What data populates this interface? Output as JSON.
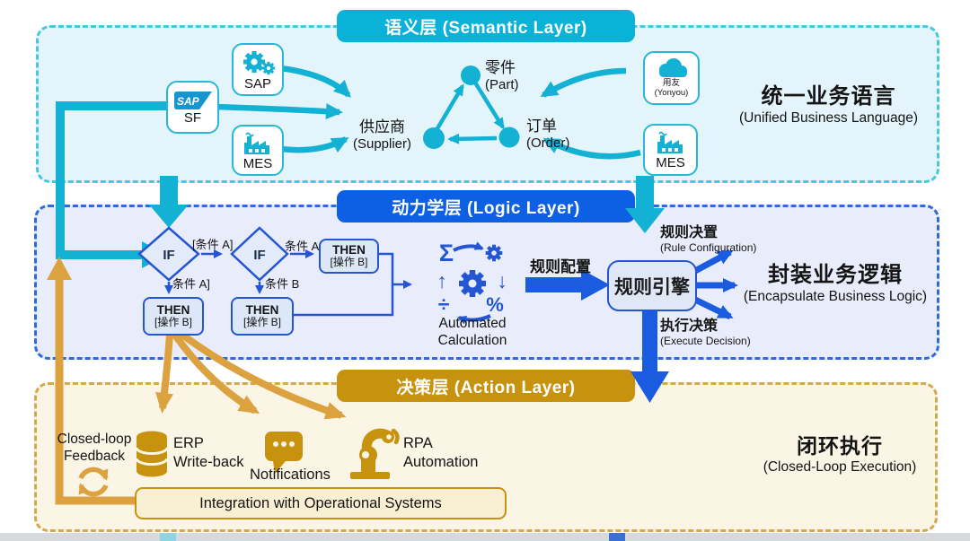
{
  "layers": {
    "semantic": {
      "banner": "语义层 (Semantic Layer)",
      "title": "统一业务语言",
      "subtitle": "(Unified Business Language)",
      "systems": {
        "sap_gears_label": "SAP",
        "sap_logo_text": "SAP",
        "sf_label": "SF",
        "mes_left_label": "MES",
        "yonyou_cn": "用友",
        "yonyou_en": "(Yonyou)",
        "mes_right_label": "MES"
      },
      "triangle": {
        "part_cn": "零件",
        "part_en": "(Part)",
        "supplier_cn": "供应商",
        "supplier_en": "(Supplier)",
        "order_cn": "订单",
        "order_en": "(Order)"
      }
    },
    "logic": {
      "banner": "动力学层 (Logic Layer)",
      "title": "封装业务逻辑",
      "subtitle": "(Encapsulate Business Logic)",
      "if_label": "IF",
      "cond_between_ifs": "[条件 A]",
      "cond_if1_down": "条件 A]",
      "cond_if2_right": "条件 A",
      "cond_if2_down": "条件 B",
      "then_line1": "THEN",
      "then_line2": "[操作 B]",
      "calc_glyphs": {
        "sigma": "Σ",
        "divide": "÷",
        "percent": "%",
        "up": "↑",
        "down": "↓"
      },
      "calc_line1": "Automated",
      "calc_line2": "Calculation",
      "rule_config_arrow_label": "规则配置",
      "rule_engine": "规则引擎",
      "rule_configuration_cn": "规则决置",
      "rule_configuration_en": "(Rule Configuration)",
      "execute_decision_cn": "执行决策",
      "execute_decision_en": "(Execute Decision)"
    },
    "action": {
      "banner": "决策层 (Action Layer)",
      "title": "闭环执行",
      "subtitle": "(Closed-Loop Execution)",
      "feedback_line1": "Closed-loop",
      "feedback_line2": "Feedback",
      "erp_line1": "ERP",
      "erp_line2": "Write-back",
      "notifications": "Notifications",
      "rpa_line1": "RPA",
      "rpa_line2": "Automation",
      "integration": "Integration with Operational Systems"
    }
  },
  "icons": {
    "sap": "gears-icon",
    "sf": "sap-logo-icon",
    "mes": "factory-icon",
    "yonyou": "cloud-icon",
    "calc": "gear-calculation-icon",
    "erp": "database-icon",
    "notifications": "speech-bubble-icon",
    "rpa": "robot-arm-icon",
    "feedback": "circular-arrows-icon"
  },
  "colors": {
    "cyan": "#13b1d3",
    "cyan_banner": "#0ab2d8",
    "cyan_fill": "#e3f4fb",
    "blue": "#1b5be0",
    "blue_flow": "#2456d4",
    "blue_banner": "#0d5fe3",
    "blue_fill": "#e9edfb",
    "gold": "#dca23f",
    "gold_dark": "#c7930f",
    "gold_banner": "#c7930f",
    "gold_fill": "#fbf5e6"
  }
}
